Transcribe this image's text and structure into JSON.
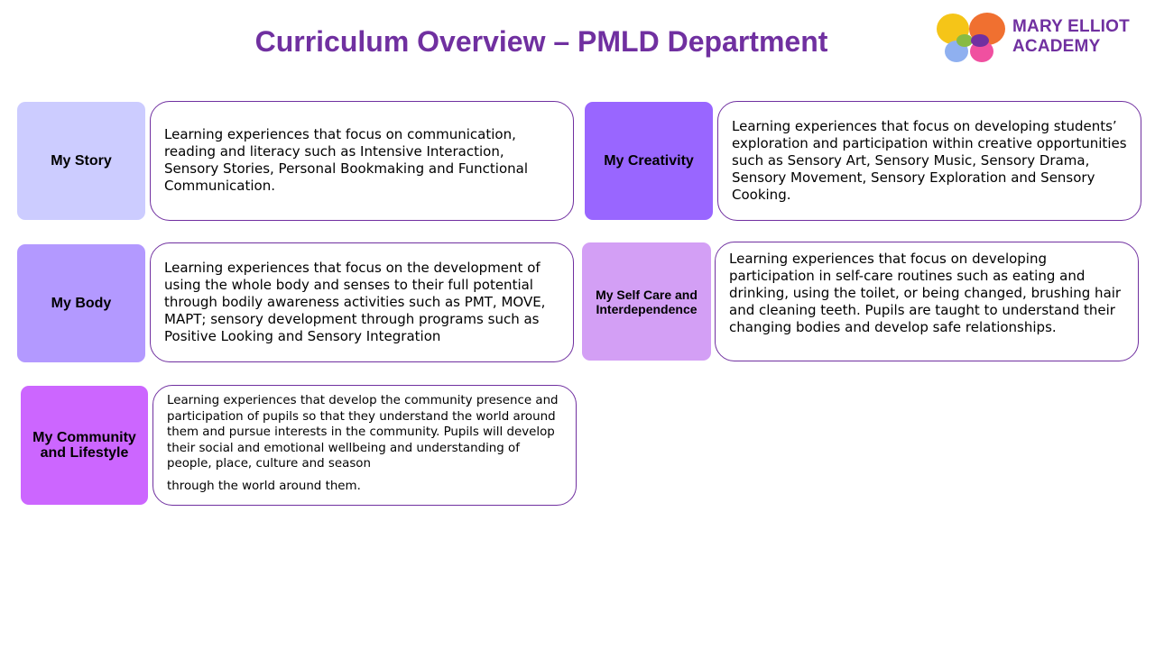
{
  "title": "Curriculum Overview – PMLD Department",
  "logo": {
    "line1": "MARY ELLIOT",
    "line2": "ACADEMY"
  },
  "cards": [
    {
      "label": "My Story",
      "color": "#ccccff",
      "description": "Learning experiences that focus on communication, reading and literacy such as Intensive Interaction, Sensory Stories, Personal Bookmaking and Functional Communication."
    },
    {
      "label": "My Creativity",
      "color": "#9966ff",
      "description": "Learning experiences that focus on developing students’ exploration and participation within creative opportunities such as Sensory Art, Sensory Music, Sensory Drama, Sensory Movement, Sensory Exploration and Sensory Cooking."
    },
    {
      "label": "My Body",
      "color": "#b399ff",
      "description": "Learning experiences that focus on the development of using the whole body and senses to their full potential through bodily awareness activities such as PMT, MOVE, MAPT; sensory development through programs such as Positive Looking and Sensory Integration"
    },
    {
      "label": "My Self Care and Interdependence",
      "color": "#d39ff5",
      "description": "Learning experiences that focus on developing participation in self-care routines such as eating and drinking, using the toilet, or being changed, brushing hair and cleaning teeth. Pupils are taught to understand their changing bodies and develop safe relationships."
    },
    {
      "label": "My Community and Lifestyle",
      "color": "#cc66ff",
      "description": "Learning experiences that develop the community presence and participation of pupils so that they understand the world around them and pursue interests in the community. Pupils will develop their social and emotional wellbeing and understanding of people, place, culture and season",
      "description_extra": "through the world around them."
    }
  ]
}
